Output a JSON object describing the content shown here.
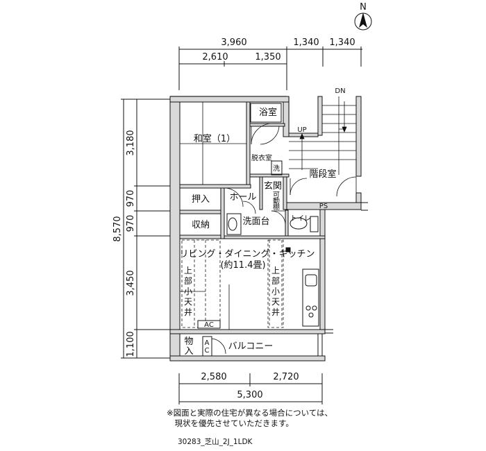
{
  "compass": {
    "label": "N"
  },
  "dimensions": {
    "top_row1": [
      "3,960",
      "1,340",
      "1,340"
    ],
    "top_row2": [
      "2,610",
      "1,350"
    ],
    "left_total": "8,570",
    "left_parts": [
      "3,180",
      "970",
      "970",
      "3,450",
      "1,100"
    ],
    "bottom_row1": [
      "2,580",
      "2,720"
    ],
    "bottom_total": "5,300"
  },
  "rooms": {
    "washitsu": "和室（1）",
    "bath": "浴室",
    "dressing": "脱衣室",
    "washer": "洗",
    "stairs": "階段室",
    "up": "UP",
    "dn": "DN",
    "genkan": "玄関",
    "kadou_1": "可",
    "kadou_2": "動",
    "kadou_3": "棚",
    "ps": "PS",
    "oshiire": "押入",
    "hall": "ホール",
    "shuno": "収納",
    "senmendai": "洗面台",
    "toilet": "トイレ",
    "ldk": "リビング・ダイニング・キッチン",
    "ldk_size": "(約11.4畳)",
    "upper_left": [
      "上",
      "部",
      "小",
      "天",
      "井"
    ],
    "upper_right": [
      "上",
      "部",
      "小",
      "天",
      "井"
    ],
    "ac_inside": "AC",
    "ac_outside_1": "A",
    "ac_outside_2": "C",
    "monoire_1": "物",
    "monoire_2": "入",
    "balcony": "バルコニー"
  },
  "note": {
    "line1": "※図面と実際の住宅が異なる場合については、",
    "line2": "　現状を優先させていただきます。"
  },
  "file_id": "30283_芝山_2J_1LDK"
}
